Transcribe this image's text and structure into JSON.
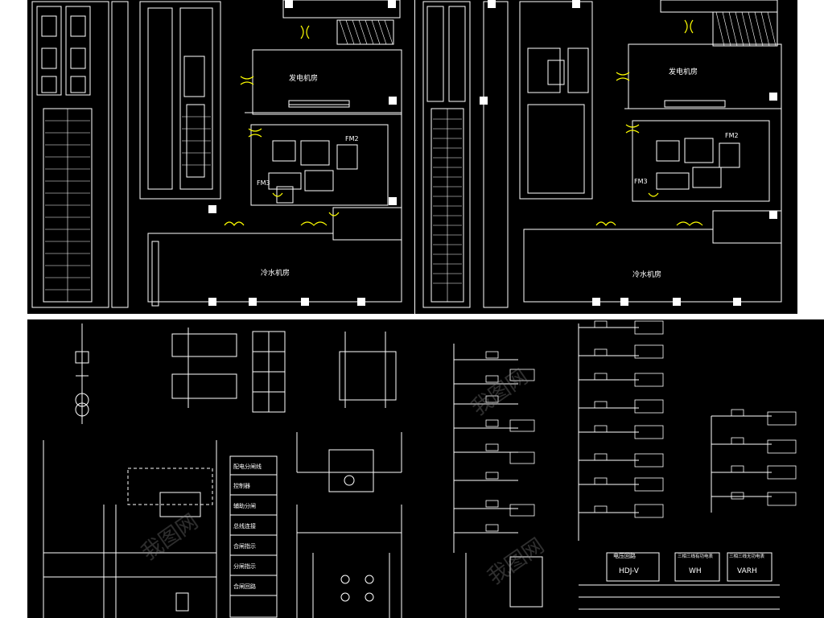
{
  "top_left_plan": {
    "room_generator": "发电机房",
    "room_chiller": "冷水机房",
    "label_fm2": "FM2",
    "label_fm3": "FM3"
  },
  "top_right_plan": {
    "room_generator": "发电机房",
    "room_chiller": "冷水机房",
    "label_fm2": "FM2",
    "label_fm3": "FM3"
  },
  "bottom_panel": {
    "legend_box_rows": [
      "配电分闸线",
      "控制器",
      "辅助分闸",
      "总线连接",
      "合闸指示",
      "分闸指示",
      "合闸回路"
    ],
    "meters": [
      "HDJ-V",
      "WH",
      "VARH"
    ],
    "meter_titles": [
      "电压回路",
      "三相三线有功电表",
      "三相三线无功电表"
    ]
  },
  "watermark": "我图网",
  "colors": {
    "background": "#000000",
    "line": "#ffffff",
    "door": "#ffff00",
    "accent": "#55ffff"
  }
}
